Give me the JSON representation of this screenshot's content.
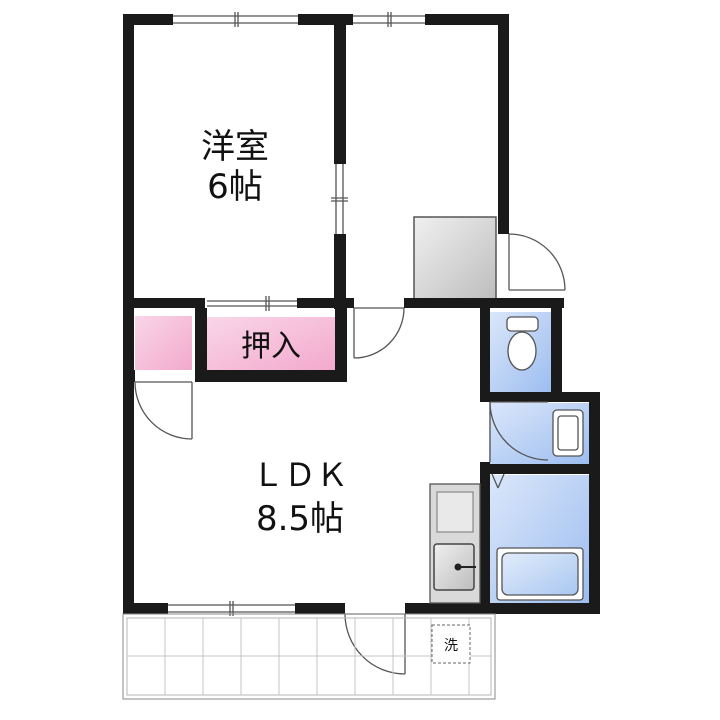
{
  "rooms": {
    "western": {
      "name": "洋室",
      "size": "6帖"
    },
    "closet": {
      "name": "押入"
    },
    "ldk": {
      "name": "ＬＤＫ",
      "size": "8.5帖"
    }
  },
  "balcony": {
    "washer_mark": "洗"
  },
  "colors": {
    "wall": "#1a1a1a",
    "closet_pink": "#f7c6de",
    "wet_blue": "#bcd3f3",
    "bath_blue": "#9fc4ef",
    "storage_gray": "#d6d6d6",
    "kitchen_gray": "#d9d9d9"
  }
}
